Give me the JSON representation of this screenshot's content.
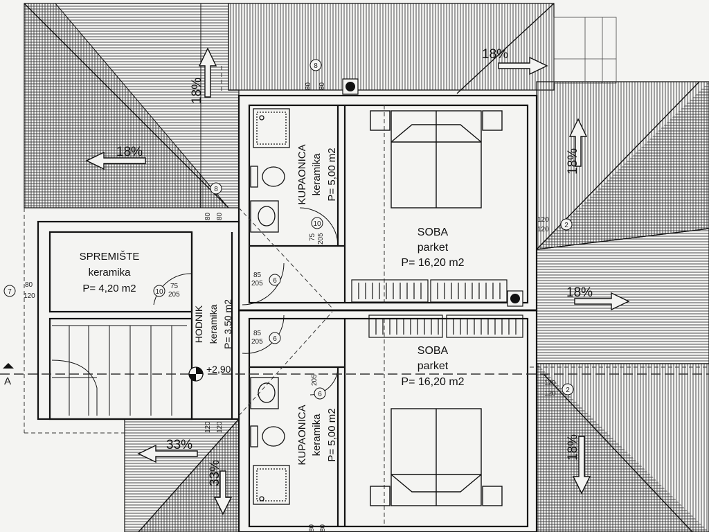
{
  "rooms": {
    "spremiste": {
      "name": "SPREMIŠTE",
      "finish": "keramika",
      "area": "P= 4,20 m2"
    },
    "hodnik": {
      "name": "HODNIK",
      "finish": "keramika",
      "area": "P= 3,50 m2"
    },
    "kupaonica_top": {
      "name": "KUPAONICA",
      "finish": "keramika",
      "area": "P= 5,00 m2"
    },
    "kupaonica_bottom": {
      "name": "KUPAONICA",
      "finish": "keramika",
      "area": "P= 5,00 m2"
    },
    "soba_top": {
      "name": "SOBA",
      "finish": "parket",
      "area": "P= 16,20 m2"
    },
    "soba_bottom": {
      "name": "SOBA",
      "finish": "parket",
      "area": "P= 16,20 m2"
    }
  },
  "slopes": {
    "left_roof": "18%",
    "top_left_vertical": "18%",
    "top_right": "18%",
    "right_upper_vertical": "18%",
    "right_middle": "18%",
    "right_lower_vertical": "18%",
    "bottom_left": "33%",
    "bottom_left_vertical": "33%"
  },
  "dimensions": {
    "d80a": "80",
    "d80b": "80",
    "d80c": "80",
    "d80d": "80",
    "d120a": "120",
    "d120b": "120",
    "d120c": "120",
    "d120d": "120",
    "d80_left": "80",
    "d120_left": "120",
    "d75a": "75",
    "d205a": "205",
    "d85a": "85",
    "d205b": "205",
    "d85b": "85",
    "d205c": "205",
    "d75b": "75",
    "d205d": "205",
    "d205e": "205",
    "d80_bottom_a": "80",
    "d80_bottom_b": "80",
    "d120_mid_a": "120",
    "d120_mid_b": "120",
    "d80_hall_a": "80",
    "d120_hall_b": "120"
  },
  "markers": {
    "window_2_top": "2",
    "window_2_bottom": "2",
    "window_7": "7",
    "door_10_a": "10",
    "door_10_b": "10",
    "door_6_a": "6",
    "door_6_b": "6",
    "door_6_c": "6",
    "door_8": "8",
    "door_8_top": "8"
  },
  "level": "+2,90",
  "section_label": "A",
  "colors": {
    "line": "#1a1a1a",
    "paper": "#f4f4f2",
    "roof_hatch": "#3a3a3a"
  }
}
